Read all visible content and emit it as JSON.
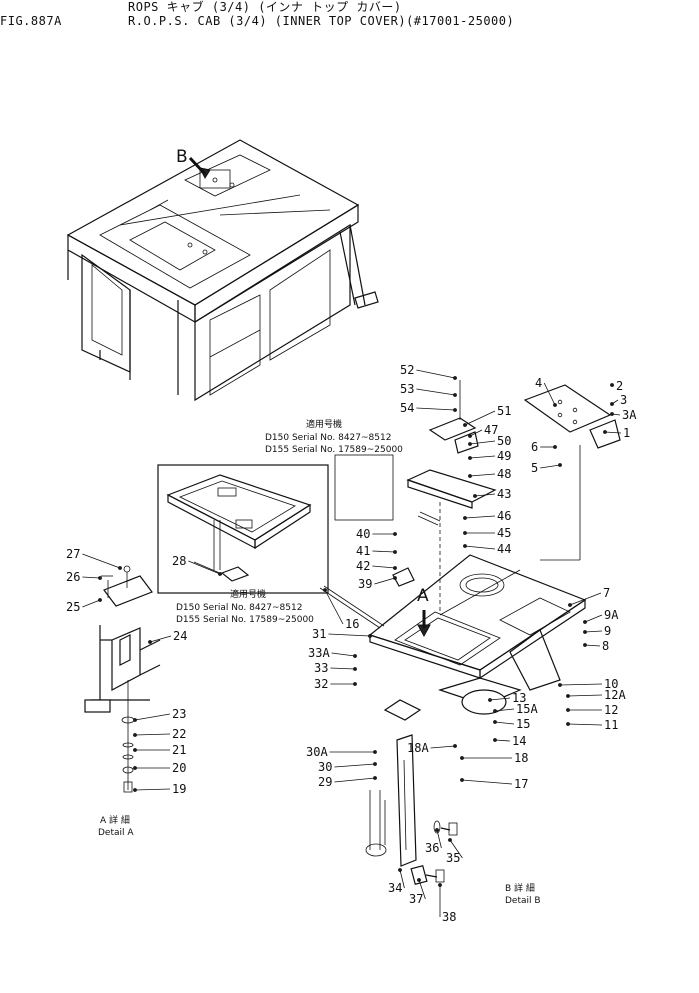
{
  "header": {
    "fig_number": "FIG.887A",
    "title_jp": "ROPS キャブ (3/4) (インナ トップ カバー)",
    "title_en": "R.O.P.S. CAB (3/4) (INNER TOP COVER)(#17001-25000)"
  },
  "view_label": "B",
  "serial_box": {
    "heading": "適用号機",
    "line1": "D150  Serial No. 8427~8512",
    "line2": "D155  Serial No. 17589~25000"
  },
  "inset": {
    "heading": "適用号機",
    "line1": "D150  Serial No. 8427~8512",
    "line2": "D155  Serial No. 17589~25000"
  },
  "detail_a": {
    "jp": "A 詳 細",
    "en": "Detail A",
    "marker": "A"
  },
  "detail_b": {
    "jp": "B 詳 細",
    "en": "Detail B"
  },
  "callouts": [
    "1",
    "2",
    "3",
    "3A",
    "4",
    "5",
    "6",
    "7",
    "8",
    "9",
    "9A",
    "10",
    "11",
    "12",
    "12A",
    "13",
    "14",
    "15",
    "15A",
    "16",
    "17",
    "18",
    "18A",
    "19",
    "20",
    "21",
    "22",
    "23",
    "24",
    "25",
    "26",
    "27",
    "28",
    "29",
    "30",
    "30A",
    "31",
    "32",
    "33",
    "33A",
    "34",
    "35",
    "36",
    "37",
    "38",
    "39",
    "40",
    "41",
    "42",
    "43",
    "44",
    "45",
    "46",
    "47",
    "48",
    "49",
    "50",
    "51",
    "52",
    "53",
    "54"
  ]
}
